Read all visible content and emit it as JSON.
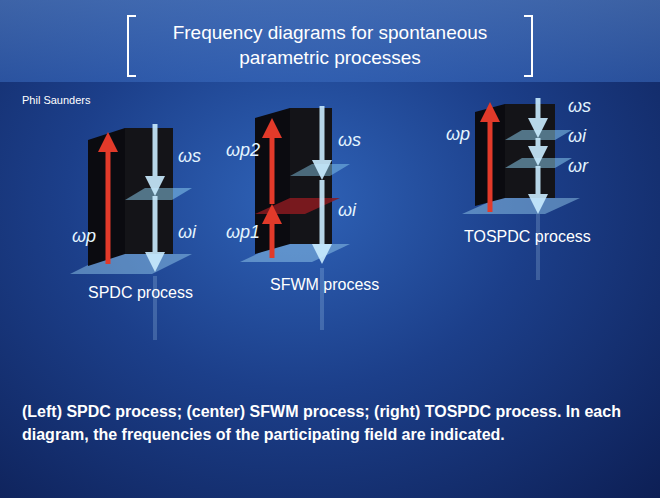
{
  "diagram": {
    "title": "Frequency diagrams for spontaneous parametric processes",
    "caption": "(Left) SPDC process; (center) SFWM process; (right) TOSPDC process. In each diagram, the frequencies of the participating field are indicated.",
    "labels": [
      "Phil Saunders",
      "ωp",
      "ωs",
      "ωi",
      "SPDC process",
      "ωp2",
      "ωp1",
      "ωs",
      "ωi",
      "SFWM process",
      "ωp",
      "ωs",
      "ωi",
      "ωr",
      "TOSPDC process"
    ]
  }
}
